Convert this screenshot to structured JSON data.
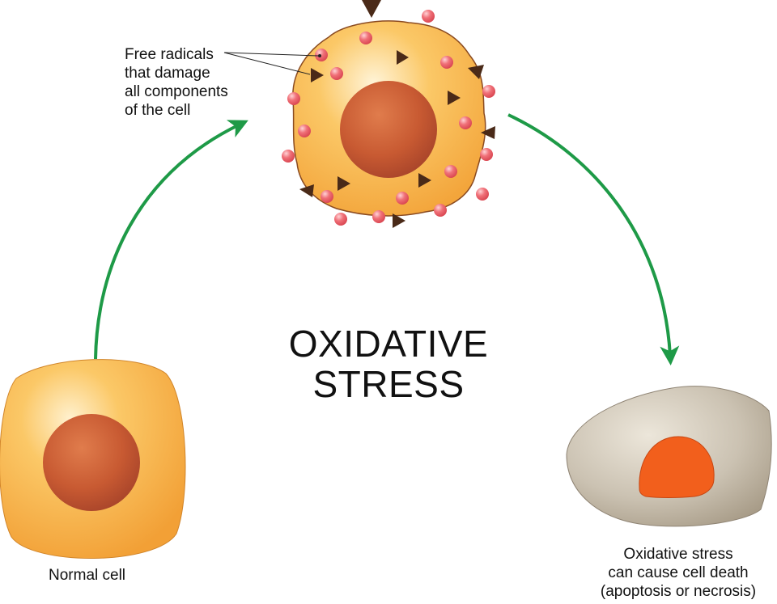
{
  "title": {
    "line1": "OXIDATIVE",
    "line2": "STRESS"
  },
  "labels": {
    "normal_cell": "Normal cell",
    "free_radicals": [
      "Free radicals",
      "that damage",
      "all components",
      "of the cell"
    ],
    "cell_death": [
      "Oxidative stress",
      "can cause cell death",
      "(apoptosis or necrosis)"
    ]
  },
  "colors": {
    "arrow": "#1e9a47",
    "cell_body": "#f4a73c",
    "cell_body_light": "#fde3a8",
    "nucleus": "#c45a32",
    "radical_dot": "#e45a62",
    "radical_triangle": "#4a2a18",
    "dead_cell_body": "#c8bfae",
    "dead_nucleus": "#f25f1c"
  },
  "icons": {
    "radical_dot": "red-sphere-icon",
    "radical_triangle": "dark-triangle-icon",
    "arrow": "curved-arrow-icon"
  }
}
